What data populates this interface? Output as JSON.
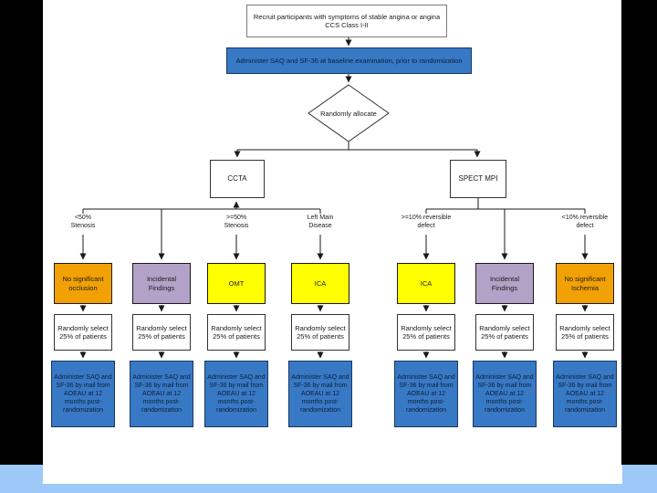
{
  "page": {
    "bg_color": "#9CC9F7",
    "side_panel_color": "#000000",
    "canvas_color": "#FFFFFF"
  },
  "colors": {
    "box_blue": "#3879C6",
    "box_blue_border": "#17375E",
    "orange": "#F2A104",
    "purple": "#B3A2C7",
    "yellow": "#FFFF00"
  },
  "flow": {
    "recruit_label": "Recruit participants with symptoms of stable angina or angina CCS Class I-II",
    "baseline_label": "Administer SAQ and SF-36 at baseline examination, prior to randomization",
    "allocate_label": "Randomly allocate",
    "modality_left": "CCTA",
    "modality_right": "SPECT MPI",
    "branch_labels": [
      {
        "label": "<50%\nStenosis"
      },
      {
        "label": ">=50%\nStenosis"
      },
      {
        "label": "Left Main\nDisease"
      },
      {
        "label": ">=10% reversible\ndefect"
      },
      {
        "label": "<10% reversible\ndefect"
      }
    ],
    "outcomes": [
      {
        "label": "No significant occlusion",
        "color": "orange"
      },
      {
        "label": "Incidental Findings",
        "color": "purple"
      },
      {
        "label": "OMT",
        "color": "yellow"
      },
      {
        "label": "ICA",
        "color": "yellow"
      },
      {
        "label": "ICA",
        "color": "yellow"
      },
      {
        "label": "Incidental Findings",
        "color": "purple"
      },
      {
        "label": "No significant Ischemia",
        "color": "orange"
      }
    ],
    "select_label": "Randomly select 25% of patients",
    "admin_label": "Administer SAQ and SF-36 by mail from AOEAU at 12 months post-randomization"
  }
}
